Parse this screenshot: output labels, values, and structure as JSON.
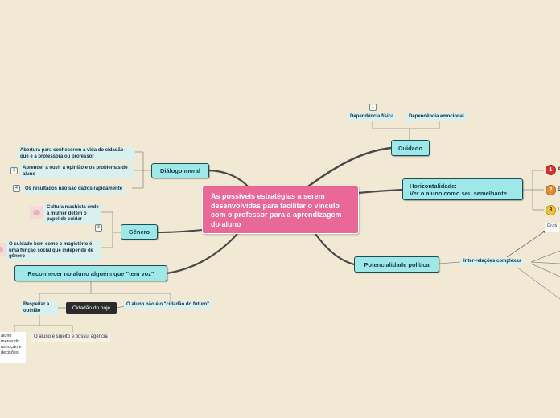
{
  "central": "As possíveis estratégias a serem desenvolvidas para facilitar o vínculo com o professor para a aprendizagem do aluno",
  "dialogo": {
    "label": "Diálogo moral",
    "items": [
      "Abertura para conhecerem a vida do cidadão que é a professora ou professor",
      "Aprender a ouvir a opinião e os problemas do aluno",
      "Os resultados não são dados rapidamente"
    ],
    "badges": [
      "3",
      "4"
    ]
  },
  "genero": {
    "label": "Gênero",
    "items": [
      "Cultura machista onde a mulher detém o papel de cuidar",
      "O cuidado bem como o magistério é uma função social que independe de gênero"
    ],
    "badge": "3"
  },
  "reconhecer": {
    "label": "Reconhecer no aluno alguém que \"tem voz\"",
    "cidadao": "Cidadão do hoje",
    "respeitar": "Respeitar a opinião",
    "futuro": "O aluno não é o \"cidadão do futuro\"",
    "sujeito": "O aluno é sujeito e possui agência",
    "left_box": "aluno mente do nstrução e decisões"
  },
  "cuidado": {
    "label": "Cuidado",
    "fisica": "Dependência física",
    "emocional": "Dependência emocional",
    "badge": "1"
  },
  "horizontalidade": {
    "line1": "Horizontalidade:",
    "line2": "Ver o aluno como seu semelhante",
    "priorities": [
      "1",
      "2",
      "3"
    ],
    "prio_texts": [
      "A",
      "E",
      "I"
    ],
    "prio_colors": [
      "#d9312f",
      "#e88a2e",
      "#f1c232"
    ]
  },
  "potencialidade": {
    "label": "Potencialidade política",
    "inter": "Inter-relações complexas",
    "pratica": "Práti"
  }
}
